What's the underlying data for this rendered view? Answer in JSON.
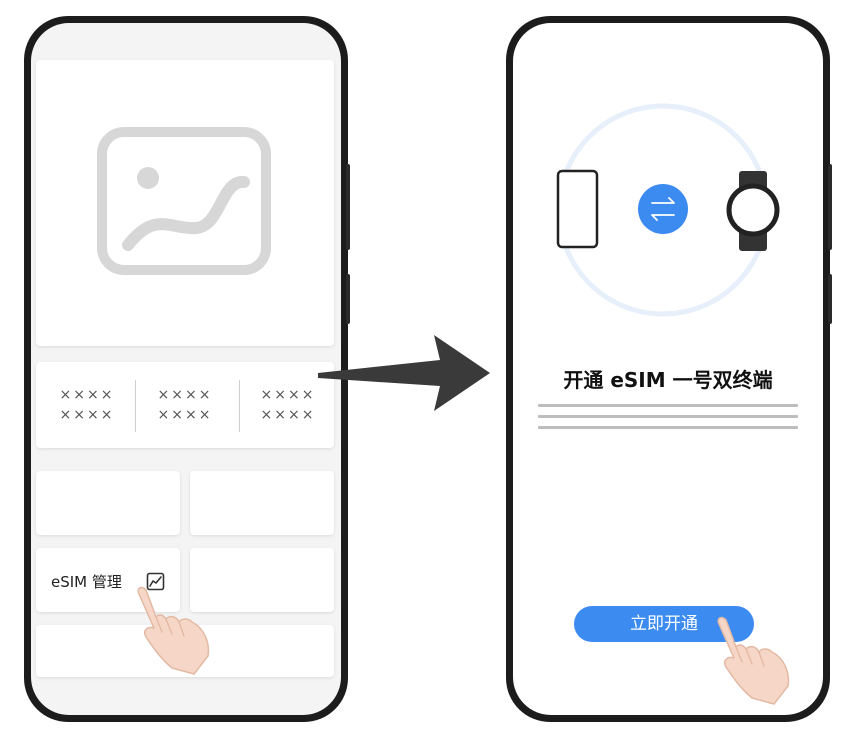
{
  "left_phone": {
    "grid_items": [
      {
        "line1": "××××",
        "line2": "××××"
      },
      {
        "line1": "××××",
        "line2": "××××"
      },
      {
        "line1": "××××",
        "line2": "××××"
      }
    ],
    "esim_card": {
      "label": "eSIM 管理",
      "icon": "chart-icon"
    }
  },
  "right_phone": {
    "title": "开通 eSIM 一号双终端",
    "button_label": "立即开通",
    "icons": [
      "phone-icon",
      "swap-arrows-icon",
      "watch-icon"
    ]
  },
  "colors": {
    "accent": "#3c8bf0",
    "arrow": "#3a3a3a"
  }
}
